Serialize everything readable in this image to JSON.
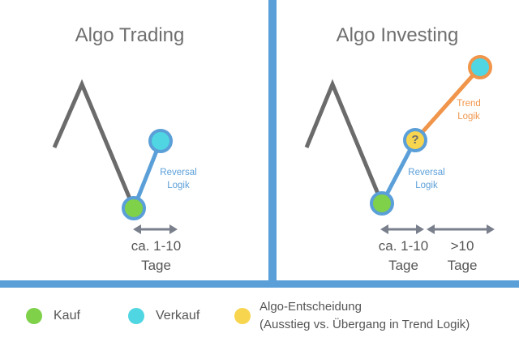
{
  "panels": [
    {
      "title": "Algo Trading",
      "reversal_label_line1": "Reversal",
      "reversal_label_line2": "Logik",
      "duration_line1": "ca. 1-10",
      "duration_line2": "Tage"
    },
    {
      "title": "Algo Investing",
      "reversal_label_line1": "Reversal",
      "reversal_label_line2": "Logik",
      "trend_label_line1": "Trend",
      "trend_label_line2": "Logik",
      "decision_symbol": "?",
      "duration_a_line1": "ca. 1-10",
      "duration_a_line2": "Tage",
      "duration_b_line1": ">10",
      "duration_b_line2": "Tage"
    }
  ],
  "legend": {
    "buy_label": "Kauf",
    "sell_label": "Verkauf",
    "decision_line1": "Algo-Entscheidung",
    "decision_line2": "(Ausstieg vs. Übergang in Trend Logik)"
  },
  "colors": {
    "divider": "#5b9fd8",
    "price_line": "#6b6b6b",
    "buy": "#7fd14a",
    "sell": "#4fd6e2",
    "decision": "#f7d54e",
    "reversal_line": "#5b9fd8",
    "trend_line": "#f0954a",
    "arrow": "#7a7f8c"
  }
}
